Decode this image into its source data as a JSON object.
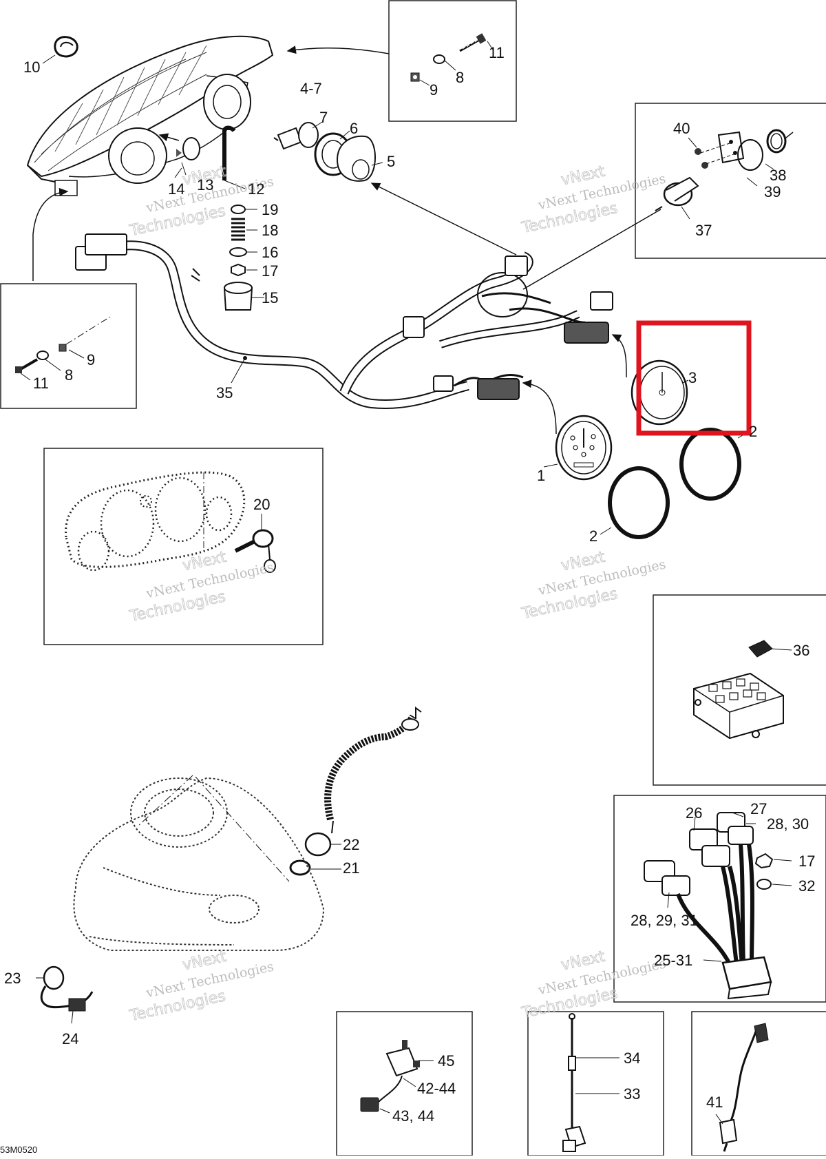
{
  "diagram": {
    "callouts": {
      "c10": "10",
      "c4_7": "4-7",
      "c11a": "11",
      "c8a": "8",
      "c9a": "9",
      "c7": "7",
      "c6": "6",
      "c5": "5",
      "c13": "13",
      "c14": "14",
      "c12": "12",
      "c19": "19",
      "c18": "18",
      "c16": "16",
      "c17a": "17",
      "c15": "15",
      "c40": "40",
      "c38": "38",
      "c39": "39",
      "c37": "37",
      "c9b": "9",
      "c8b": "8",
      "c11b": "11",
      "c35": "35",
      "c3": "3",
      "c2a": "2",
      "c1": "1",
      "c2b": "2",
      "c20": "20",
      "c36": "36",
      "c22": "22",
      "c21": "21",
      "c23": "23",
      "c24": "24",
      "c26": "26",
      "c27": "27",
      "c28_30": "28, 30",
      "c17b": "17",
      "c32": "32",
      "c28_29_31": "28, 29, 31",
      "c25_31": "25-31",
      "c45": "45",
      "c42_44": "42-44",
      "c43_44": "43, 44",
      "c34": "34",
      "c33": "33",
      "c41": "41"
    },
    "watermark": {
      "line1": "vNext",
      "line2": "vNext Technologies",
      "line3": "Technologies"
    },
    "figure_code": "53M0520",
    "highlight_color": "#e0141e"
  }
}
